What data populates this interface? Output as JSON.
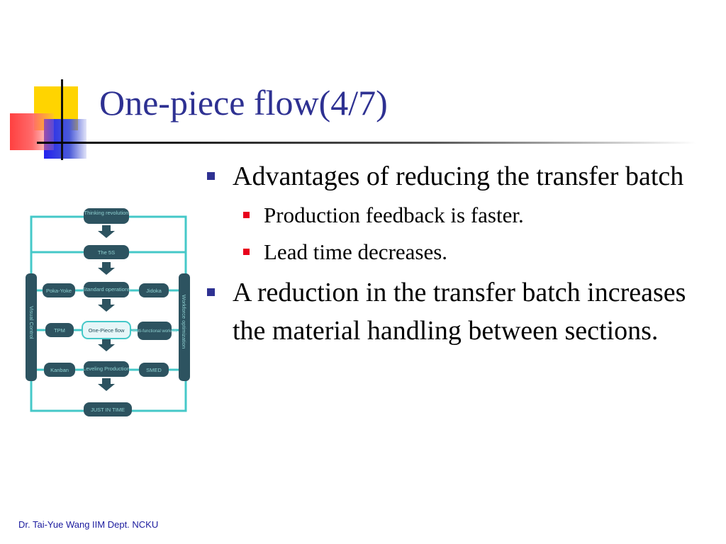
{
  "slide": {
    "title": "One-piece flow(4/7)",
    "bullets": [
      {
        "text": "Advantages of reducing the transfer batch",
        "sub": [
          "Production feedback is faster.",
          "Lead time decreases."
        ]
      },
      {
        "text": "A reduction in the transfer batch increases the material handling between sections."
      }
    ],
    "footer": "Dr. Tai-Yue Wang IIM Dept. NCKU"
  },
  "diagram": {
    "nodes": {
      "thinking": "Thinking revolution",
      "five_s": "The 5S",
      "standard_ops": "Standard operations",
      "one_piece": "One-Piece flow",
      "leveling": "Leveling Production",
      "jit": "JUST IN TIME",
      "poka_yoke": "Poka-Yoke",
      "tpm": "TPM",
      "kanban": "Kanban",
      "jidoka": "Jidoka",
      "multi_workers": "Multi-functional workers",
      "smed": "SMED",
      "visual_control": "Visual Control",
      "workforce": "Workforce optimization"
    }
  },
  "colors": {
    "title": "#2e3192",
    "bullet_main": "#2e3192",
    "bullet_sub": "#e8001c",
    "diagram_frame": "#45c8c8",
    "diagram_box": "#2d5360"
  }
}
